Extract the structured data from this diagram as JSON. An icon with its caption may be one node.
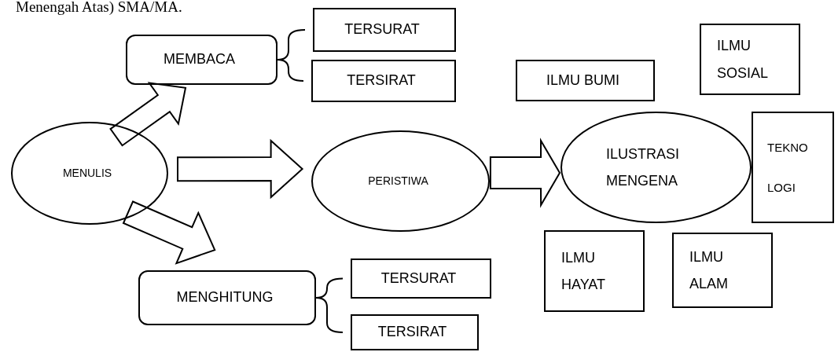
{
  "diagram": {
    "nodes": [
      {
        "text": [
          "MENULIS"
        ]
      },
      {
        "text": [
          "MEMBACA"
        ]
      },
      {
        "text": [
          "TERSURAT"
        ]
      },
      {
        "text": [
          "TERSIRAT"
        ]
      },
      {
        "text": [
          "PERISTIWA"
        ]
      },
      {
        "text": [
          "ILMU BUMI"
        ]
      },
      {
        "text": [
          "ILMU SOSIAL"
        ]
      },
      {
        "text": [
          "ILUSTRASI MENGENA"
        ]
      },
      {
        "text": [
          "TEKNO LOGI"
        ]
      },
      {
        "text": [
          "ILMU HAYAT"
        ]
      },
      {
        "text": [
          "ILMU ALAM"
        ]
      },
      {
        "text": [
          "MENGHITUNG"
        ]
      },
      {
        "text": [
          "TERSURAT"
        ]
      },
      {
        "text": [
          "TERSIRAT"
        ]
      }
    ],
    "edges": [
      {
        "from": 0,
        "to": 1,
        "arrow": "to"
      },
      {
        "from": 0,
        "to": 4,
        "arrow": "to"
      },
      {
        "from": 0,
        "to": 11,
        "arrow": "to"
      },
      {
        "from": 4,
        "to": 7,
        "arrow": "to"
      },
      {
        "from": 1,
        "to": 2,
        "arrow": "none"
      },
      {
        "from": 1,
        "to": 3,
        "arrow": "none"
      },
      {
        "from": 11,
        "to": 12,
        "arrow": "none"
      },
      {
        "from": 11,
        "to": 13,
        "arrow": "none"
      }
    ],
    "labels": [
      "Menengah Atas) SMA/MA."
    ]
  }
}
